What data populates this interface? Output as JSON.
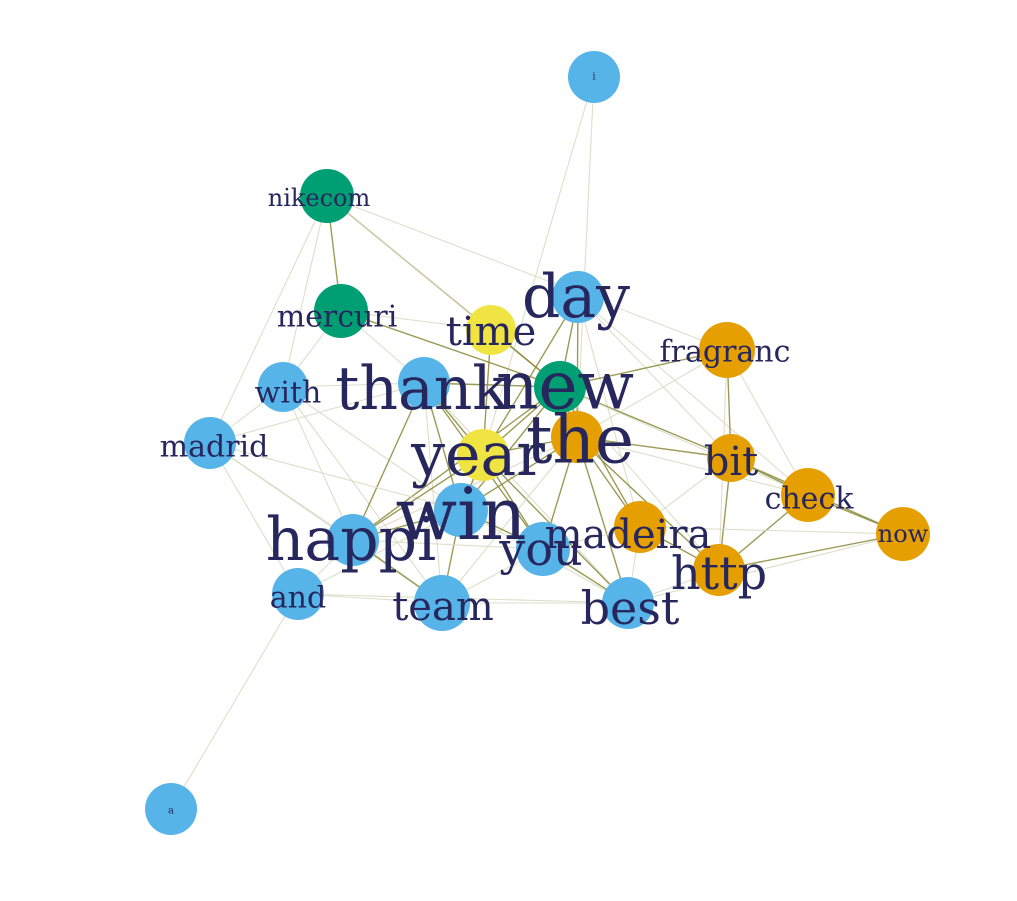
{
  "colors": {
    "community_blue": "#56b4e9",
    "community_green": "#009e73",
    "community_orange": "#e69f00",
    "community_yellow": "#f0e442",
    "label": "#27275e",
    "edge_weak": "#d9dcc4",
    "edge_strong": "#8a8a3a"
  },
  "nodes": [
    {
      "id": "i",
      "label": "i",
      "community": "blue",
      "label_weight": 1
    },
    {
      "id": "nikecom",
      "label": "nikecom",
      "community": "green",
      "label_weight": 2
    },
    {
      "id": "mercuri",
      "label": "mercuri",
      "community": "green",
      "label_weight": 3
    },
    {
      "id": "time",
      "label": "time",
      "community": "yellow",
      "label_weight": 4
    },
    {
      "id": "day",
      "label": "day",
      "community": "blue",
      "label_weight": 6
    },
    {
      "id": "fragranc",
      "label": "fragranc",
      "community": "orange",
      "label_weight": 3
    },
    {
      "id": "with",
      "label": "with",
      "community": "blue",
      "label_weight": 3
    },
    {
      "id": "thank",
      "label": "thank",
      "community": "blue",
      "label_weight": 6
    },
    {
      "id": "new",
      "label": "new",
      "community": "green",
      "label_weight": 7
    },
    {
      "id": "madrid",
      "label": "madrid",
      "community": "blue",
      "label_weight": 3
    },
    {
      "id": "year",
      "label": "year",
      "community": "yellow",
      "label_weight": 6
    },
    {
      "id": "the",
      "label": "the",
      "community": "orange",
      "label_weight": 7
    },
    {
      "id": "bit",
      "label": "bit",
      "community": "orange",
      "label_weight": 4
    },
    {
      "id": "check",
      "label": "check",
      "community": "orange",
      "label_weight": 3
    },
    {
      "id": "now",
      "label": "now",
      "community": "orange",
      "label_weight": 2
    },
    {
      "id": "win",
      "label": "win",
      "community": "blue",
      "label_weight": 8
    },
    {
      "id": "happi",
      "label": "happi",
      "community": "blue",
      "label_weight": 6
    },
    {
      "id": "you",
      "label": "you",
      "community": "blue",
      "label_weight": 5
    },
    {
      "id": "madeira",
      "label": "madeira",
      "community": "orange",
      "label_weight": 4
    },
    {
      "id": "http",
      "label": "http",
      "community": "orange",
      "label_weight": 5
    },
    {
      "id": "and",
      "label": "and",
      "community": "blue",
      "label_weight": 3
    },
    {
      "id": "team",
      "label": "team",
      "community": "blue",
      "label_weight": 4
    },
    {
      "id": "best",
      "label": "best",
      "community": "blue",
      "label_weight": 5
    },
    {
      "id": "a",
      "label": "a",
      "community": "blue",
      "label_weight": 1
    }
  ],
  "edges": [
    {
      "from": "nikecom",
      "to": "mercuri",
      "weight": "strong"
    },
    {
      "from": "nikecom",
      "to": "new",
      "weight": "strong"
    },
    {
      "from": "nikecom",
      "to": "time",
      "weight": "weak"
    },
    {
      "from": "nikecom",
      "to": "with",
      "weight": "weak"
    },
    {
      "from": "nikecom",
      "to": "madrid",
      "weight": "weak"
    },
    {
      "from": "nikecom",
      "to": "fragranc",
      "weight": "weak"
    },
    {
      "from": "i",
      "to": "year",
      "weight": "weak"
    },
    {
      "from": "i",
      "to": "the",
      "weight": "weak"
    },
    {
      "from": "mercuri",
      "to": "new",
      "weight": "strong"
    },
    {
      "from": "mercuri",
      "to": "thank",
      "weight": "weak"
    },
    {
      "from": "mercuri",
      "to": "with",
      "weight": "weak"
    },
    {
      "from": "mercuri",
      "to": "time",
      "weight": "weak"
    },
    {
      "from": "time",
      "to": "year",
      "weight": "strong"
    },
    {
      "from": "time",
      "to": "new",
      "weight": "strong"
    },
    {
      "from": "day",
      "to": "new",
      "weight": "strong"
    },
    {
      "from": "day",
      "to": "the",
      "weight": "strong"
    },
    {
      "from": "day",
      "to": "year",
      "weight": "strong"
    },
    {
      "from": "day",
      "to": "bit",
      "weight": "weak"
    },
    {
      "from": "day",
      "to": "check",
      "weight": "weak"
    },
    {
      "from": "day",
      "to": "madeira",
      "weight": "weak"
    },
    {
      "from": "fragranc",
      "to": "bit",
      "weight": "strong"
    },
    {
      "from": "fragranc",
      "to": "new",
      "weight": "strong"
    },
    {
      "from": "fragranc",
      "to": "check",
      "weight": "weak"
    },
    {
      "from": "fragranc",
      "to": "http",
      "weight": "weak"
    },
    {
      "from": "fragranc",
      "to": "the",
      "weight": "weak"
    },
    {
      "from": "with",
      "to": "thank",
      "weight": "weak"
    },
    {
      "from": "with",
      "to": "win",
      "weight": "weak"
    },
    {
      "from": "with",
      "to": "happi",
      "weight": "weak"
    },
    {
      "from": "with",
      "to": "team",
      "weight": "weak"
    },
    {
      "from": "thank",
      "to": "new",
      "weight": "strong"
    },
    {
      "from": "thank",
      "to": "year",
      "weight": "strong"
    },
    {
      "from": "thank",
      "to": "win",
      "weight": "strong"
    },
    {
      "from": "thank",
      "to": "you",
      "weight": "strong"
    },
    {
      "from": "thank",
      "to": "happi",
      "weight": "strong"
    },
    {
      "from": "thank",
      "to": "team",
      "weight": "weak"
    },
    {
      "from": "thank",
      "to": "best",
      "weight": "weak"
    },
    {
      "from": "new",
      "to": "year",
      "weight": "strong"
    },
    {
      "from": "new",
      "to": "the",
      "weight": "strong"
    },
    {
      "from": "new",
      "to": "bit",
      "weight": "strong"
    },
    {
      "from": "new",
      "to": "check",
      "weight": "weak"
    },
    {
      "from": "new",
      "to": "win",
      "weight": "strong"
    },
    {
      "from": "new",
      "to": "happi",
      "weight": "strong"
    },
    {
      "from": "new",
      "to": "madeira",
      "weight": "strong"
    },
    {
      "from": "new",
      "to": "http",
      "weight": "weak"
    },
    {
      "from": "madrid",
      "to": "happi",
      "weight": "weak"
    },
    {
      "from": "madrid",
      "to": "win",
      "weight": "weak"
    },
    {
      "from": "madrid",
      "to": "team",
      "weight": "weak"
    },
    {
      "from": "madrid",
      "to": "thank",
      "weight": "weak"
    },
    {
      "from": "year",
      "to": "happi",
      "weight": "strong"
    },
    {
      "from": "year",
      "to": "win",
      "weight": "strong"
    },
    {
      "from": "year",
      "to": "the",
      "weight": "strong"
    },
    {
      "from": "year",
      "to": "you",
      "weight": "strong"
    },
    {
      "from": "year",
      "to": "best",
      "weight": "strong"
    },
    {
      "from": "the",
      "to": "bit",
      "weight": "strong"
    },
    {
      "from": "the",
      "to": "check",
      "weight": "weak"
    },
    {
      "from": "the",
      "to": "http",
      "weight": "strong"
    },
    {
      "from": "the",
      "to": "madeira",
      "weight": "strong"
    },
    {
      "from": "the",
      "to": "win",
      "weight": "strong"
    },
    {
      "from": "the",
      "to": "you",
      "weight": "strong"
    },
    {
      "from": "the",
      "to": "best",
      "weight": "strong"
    },
    {
      "from": "the",
      "to": "happi",
      "weight": "weak"
    },
    {
      "from": "the",
      "to": "team",
      "weight": "weak"
    },
    {
      "from": "bit",
      "to": "check",
      "weight": "strong"
    },
    {
      "from": "bit",
      "to": "http",
      "weight": "strong"
    },
    {
      "from": "bit",
      "to": "now",
      "weight": "strong"
    },
    {
      "from": "bit",
      "to": "madeira",
      "weight": "weak"
    },
    {
      "from": "check",
      "to": "now",
      "weight": "strong"
    },
    {
      "from": "check",
      "to": "http",
      "weight": "strong"
    },
    {
      "from": "now",
      "to": "http",
      "weight": "strong"
    },
    {
      "from": "now",
      "to": "madeira",
      "weight": "weak"
    },
    {
      "from": "now",
      "to": "best",
      "weight": "weak"
    },
    {
      "from": "win",
      "to": "happi",
      "weight": "strong"
    },
    {
      "from": "win",
      "to": "you",
      "weight": "strong"
    },
    {
      "from": "win",
      "to": "team",
      "weight": "strong"
    },
    {
      "from": "win",
      "to": "best",
      "weight": "weak"
    },
    {
      "from": "win",
      "to": "and",
      "weight": "weak"
    },
    {
      "from": "happi",
      "to": "and",
      "weight": "weak"
    },
    {
      "from": "happi",
      "to": "team",
      "weight": "strong"
    },
    {
      "from": "happi",
      "to": "you",
      "weight": "weak"
    },
    {
      "from": "you",
      "to": "best",
      "weight": "strong"
    },
    {
      "from": "you",
      "to": "madeira",
      "weight": "weak"
    },
    {
      "from": "you",
      "to": "team",
      "weight": "weak"
    },
    {
      "from": "madeira",
      "to": "http",
      "weight": "strong"
    },
    {
      "from": "madeira",
      "to": "best",
      "weight": "weak"
    },
    {
      "from": "http",
      "to": "best",
      "weight": "weak"
    },
    {
      "from": "and",
      "to": "team",
      "weight": "weak"
    },
    {
      "from": "and",
      "to": "best",
      "weight": "weak"
    },
    {
      "from": "and",
      "to": "a",
      "weight": "weak"
    },
    {
      "from": "team",
      "to": "best",
      "weight": "weak"
    },
    {
      "from": "madrid",
      "to": "with",
      "weight": "weak"
    },
    {
      "from": "madrid",
      "to": "and",
      "weight": "weak"
    }
  ]
}
